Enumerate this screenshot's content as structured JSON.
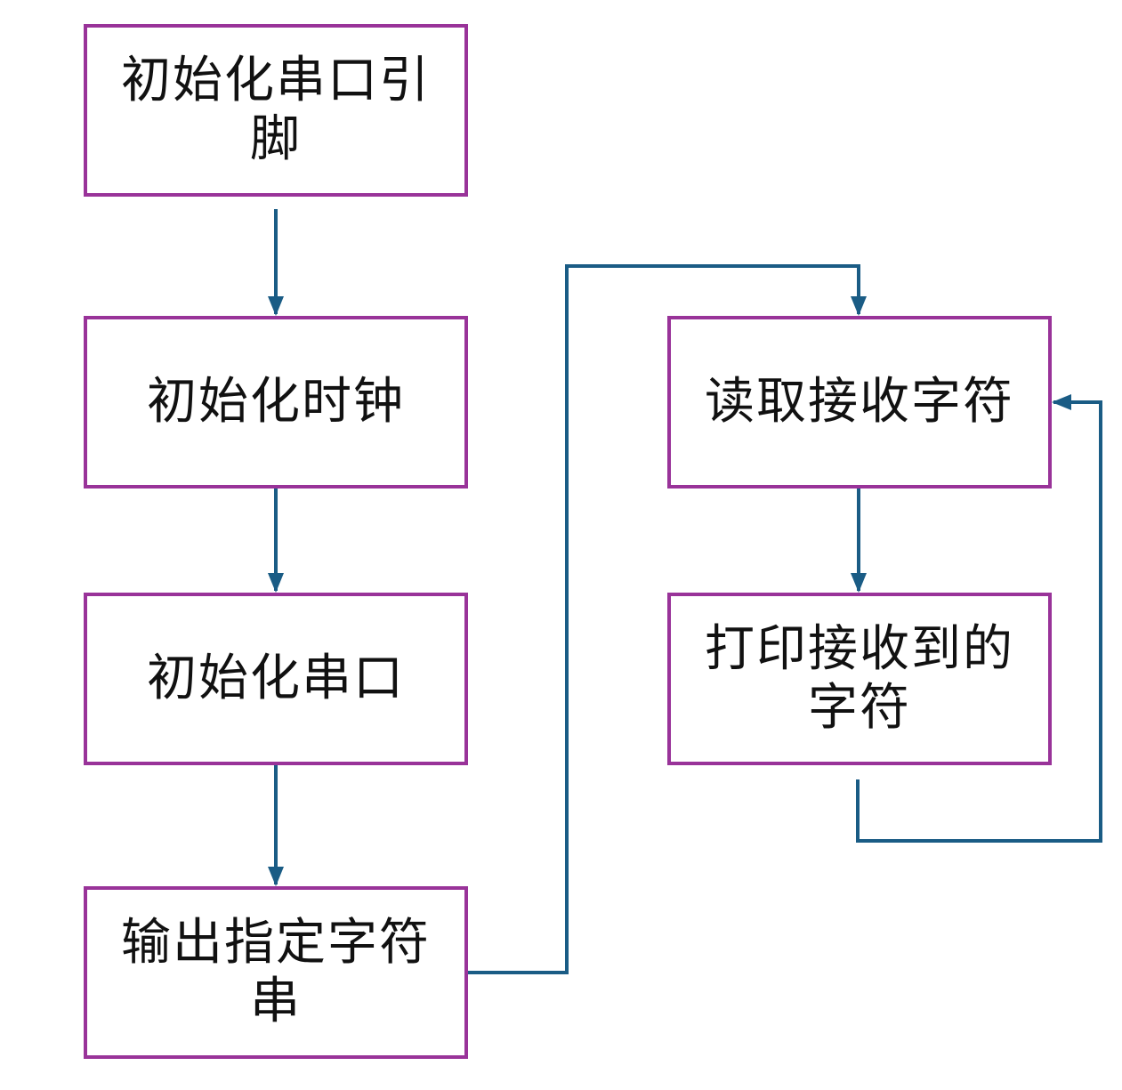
{
  "colors": {
    "box_border": "#993399",
    "arrow": "#1a5c85",
    "text": "#111111",
    "background": "#ffffff"
  },
  "nodes": {
    "init_uart_pins": "初始化串口引脚",
    "init_clock": "初始化时钟",
    "init_uart": "初始化串口",
    "output_string": "输出指定字符串",
    "read_char": "读取接收字符",
    "print_char": "打印接收到的字符"
  }
}
